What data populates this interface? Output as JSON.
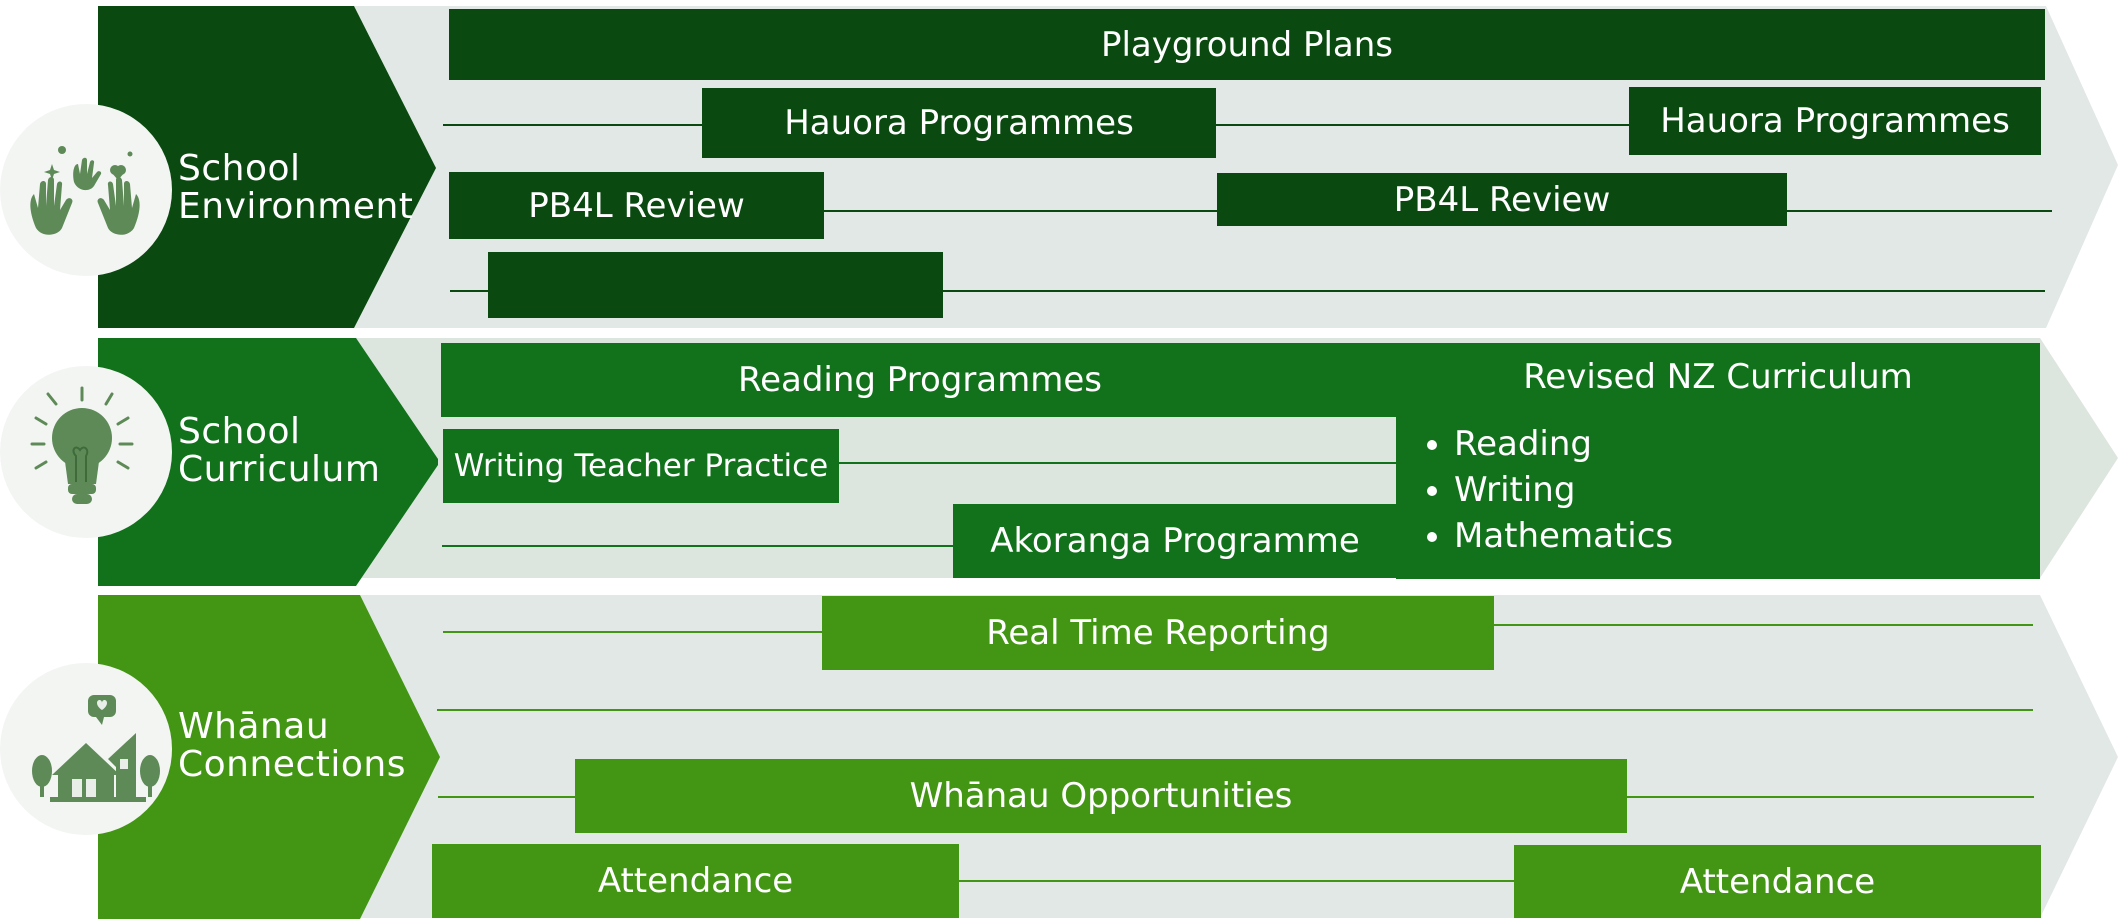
{
  "lanes": [
    {
      "title_line1": "School",
      "title_line2": "Environment",
      "icon": "hands-icon",
      "color": "#0a4a10"
    },
    {
      "title_line1": "School",
      "title_line2": "Curriculum",
      "icon": "lightbulb-icon",
      "color": "#11721b"
    },
    {
      "title_line1": "Whānau",
      "title_line2": "Connections",
      "icon": "house-icon",
      "color": "#429614"
    }
  ],
  "environment": {
    "playground": "Playground Plans",
    "hauora_1": "Hauora Programmes",
    "hauora_2": "Hauora Programmes",
    "pb4l_1": "PB4L Review",
    "pb4l_2": "PB4L Review",
    "blank_bar": ""
  },
  "curriculum": {
    "reading": "Reading Programmes",
    "revised_title": "Revised NZ Curriculum",
    "revised_items": [
      "Reading",
      "Writing",
      "Mathematics"
    ],
    "writing": "Writing Teacher Practice",
    "akoranga": "Akoranga Programme"
  },
  "whanau": {
    "reporting": "Real Time Reporting",
    "opportunities": "Whānau Opportunities",
    "attendance_1": "Attendance",
    "attendance_2": "Attendance"
  },
  "colors": {
    "dark": "#0a4a10",
    "mid": "#11721b",
    "light": "#429614",
    "lane_bg": "#e2e8e6"
  }
}
